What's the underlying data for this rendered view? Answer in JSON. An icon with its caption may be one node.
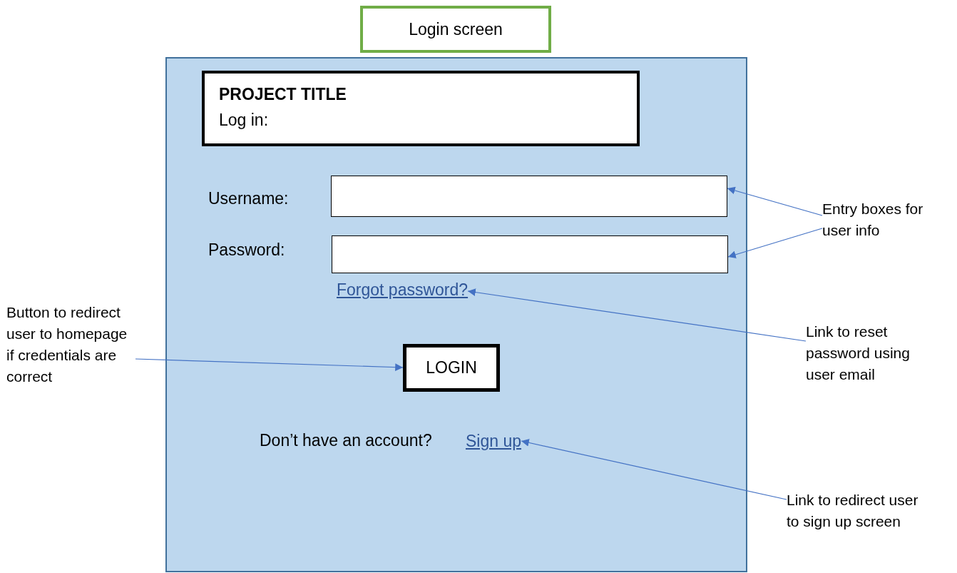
{
  "diagram": {
    "nodes": [
      {
        "text": [
          "Login screen"
        ]
      },
      {
        "text": [],
        "shape": "box"
      },
      {
        "text": [
          "PROJECT TITLE",
          "Log in:"
        ],
        "in": 1
      },
      {
        "text": [],
        "shape": "box",
        "in": 1
      },
      {
        "text": [],
        "shape": "box",
        "in": 1
      },
      {
        "text": [
          "Forgot password?"
        ],
        "in": 1
      },
      {
        "text": [
          "LOGIN"
        ],
        "in": 1
      },
      {
        "text": [
          "Sign up"
        ],
        "in": 1
      },
      {
        "text": [
          "Entry boxes for user info"
        ]
      },
      {
        "text": [
          "Link to reset password using user email"
        ]
      },
      {
        "text": [
          "Button to redirect user to homepage if credentials are correct"
        ]
      },
      {
        "text": [
          "Link to redirect user to sign up screen"
        ]
      }
    ],
    "edges": [
      {
        "from": 8,
        "to": 3,
        "arrow": "to"
      },
      {
        "from": 8,
        "to": 4,
        "arrow": "to"
      },
      {
        "from": 9,
        "to": 5,
        "arrow": "to"
      },
      {
        "from": 10,
        "to": 6,
        "arrow": "to"
      },
      {
        "from": 11,
        "to": 7,
        "arrow": "to"
      }
    ],
    "labels": [
      "Username:",
      "Password:",
      "Don’t have an account?"
    ]
  }
}
